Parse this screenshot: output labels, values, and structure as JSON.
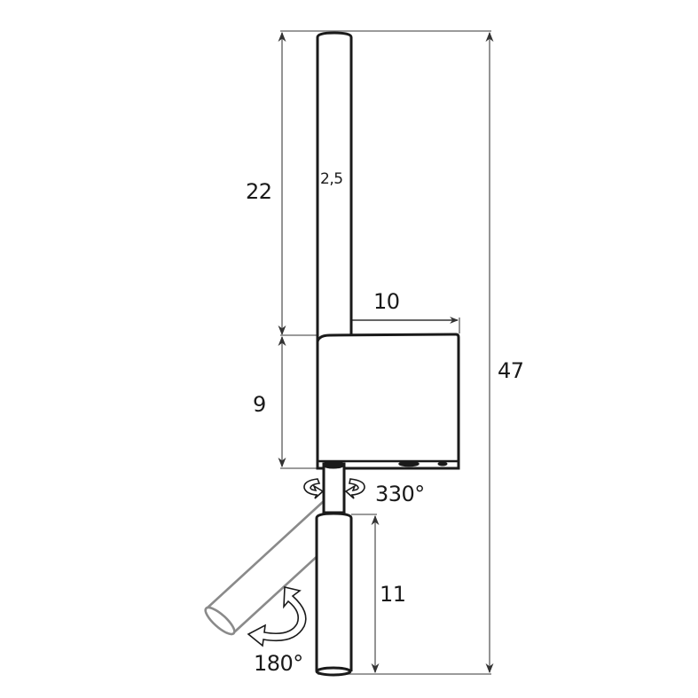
{
  "diagram": {
    "type": "technical-dimension-drawing",
    "subject": "wall lamp with adjustable spotlight",
    "units_note": "",
    "dimensions": {
      "rod_length": "22",
      "rod_diameter": "2,5",
      "body_width": "10",
      "body_height": "9",
      "total_height": "47",
      "spot_length": "11"
    },
    "rotations": {
      "swivel": "330°",
      "tilt": "180°"
    },
    "colors": {
      "outline": "#1a1a1a",
      "dimension_line": "#7a7a7a",
      "ghost_part": "#8a8a8a",
      "background": "#ffffff"
    }
  }
}
